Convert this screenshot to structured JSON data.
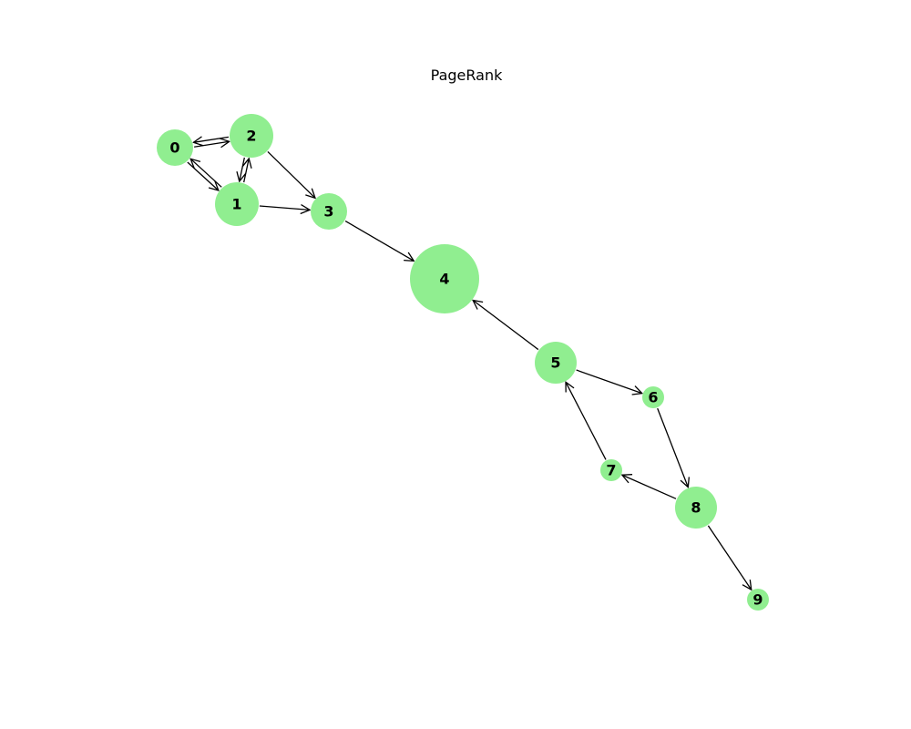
{
  "diagram": {
    "title": "PageRank",
    "node_color": "#90ee90",
    "edge_color": "#000000",
    "nodes": [
      {
        "id": "0",
        "label": "0"
      },
      {
        "id": "1",
        "label": "1"
      },
      {
        "id": "2",
        "label": "2"
      },
      {
        "id": "3",
        "label": "3"
      },
      {
        "id": "4",
        "label": "4"
      },
      {
        "id": "5",
        "label": "5"
      },
      {
        "id": "6",
        "label": "6"
      },
      {
        "id": "7",
        "label": "7"
      },
      {
        "id": "8",
        "label": "8"
      },
      {
        "id": "9",
        "label": "9"
      }
    ],
    "edges": [
      {
        "from": "0",
        "to": "2"
      },
      {
        "from": "2",
        "to": "0"
      },
      {
        "from": "0",
        "to": "1"
      },
      {
        "from": "1",
        "to": "0"
      },
      {
        "from": "1",
        "to": "2"
      },
      {
        "from": "2",
        "to": "1"
      },
      {
        "from": "2",
        "to": "3"
      },
      {
        "from": "1",
        "to": "3"
      },
      {
        "from": "3",
        "to": "4"
      },
      {
        "from": "5",
        "to": "4"
      },
      {
        "from": "5",
        "to": "6"
      },
      {
        "from": "6",
        "to": "8"
      },
      {
        "from": "8",
        "to": "7"
      },
      {
        "from": "7",
        "to": "5"
      },
      {
        "from": "8",
        "to": "9"
      }
    ]
  }
}
